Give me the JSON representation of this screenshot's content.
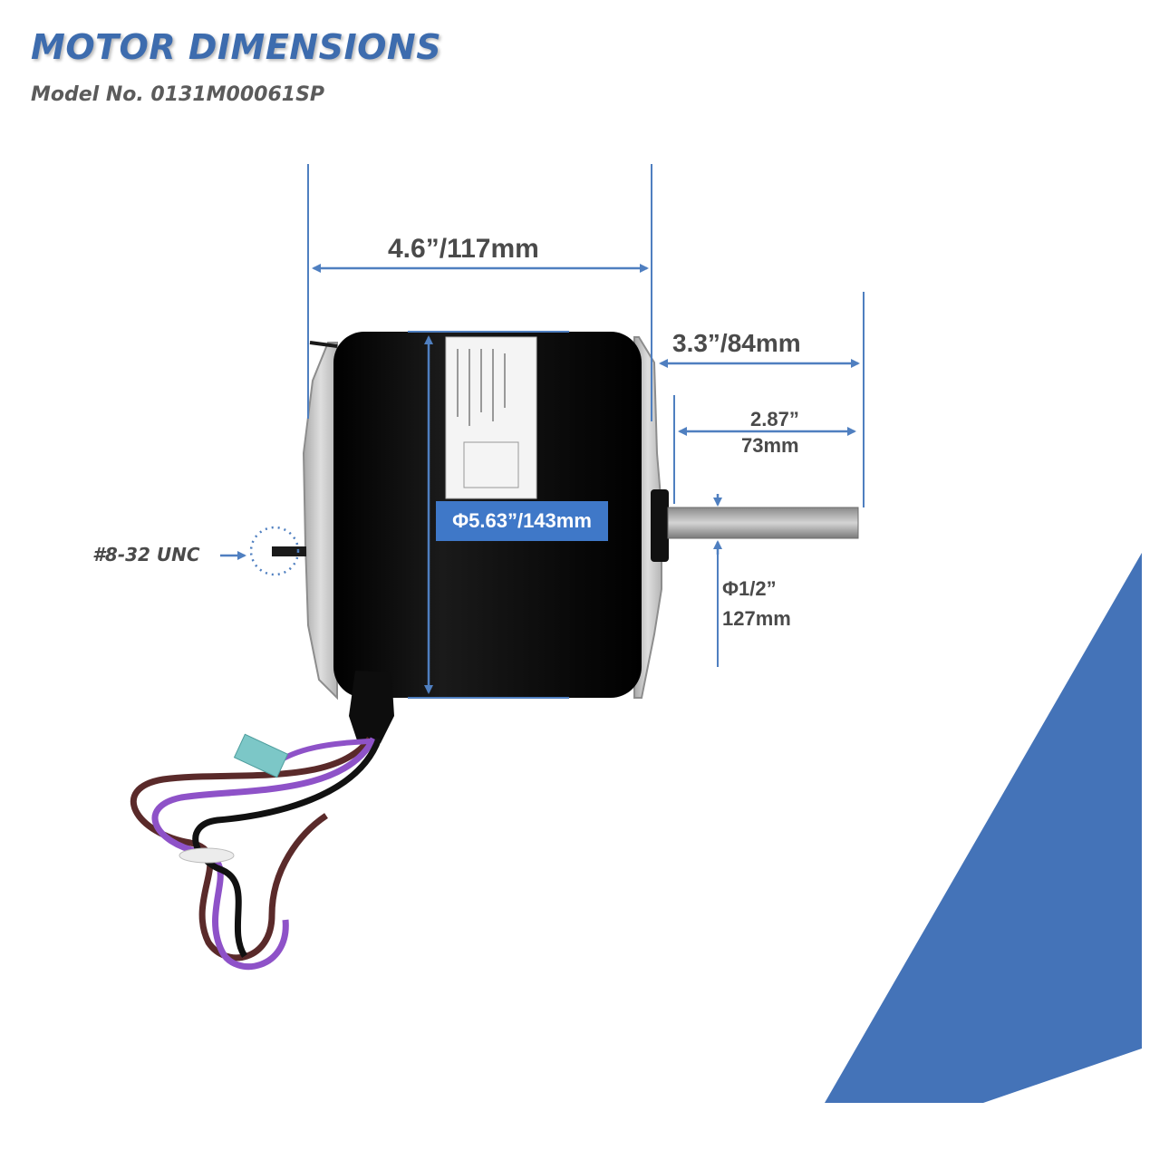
{
  "header": {
    "title": "MOTOR DIMENSIONS",
    "subtitle": "Model No. 0131M00061SP"
  },
  "dimensions": {
    "length": "4.6”/117mm",
    "shaft_length": "3.3”/84mm",
    "shaft_usable_in": "2.87”",
    "shaft_usable_mm": "73mm",
    "diameter": "Φ5.63”/143mm",
    "shaft_diameter_in": "Φ1/2”",
    "shaft_diameter_mm": "127mm",
    "thread": "#8-32 UNC"
  },
  "colors": {
    "accent": "#3d6cae",
    "dimension_line": "#4f7fc0",
    "motor_body": "#0c0c0c",
    "endbell": "#cfcfcf",
    "corner_triangle": "#4473b8"
  }
}
